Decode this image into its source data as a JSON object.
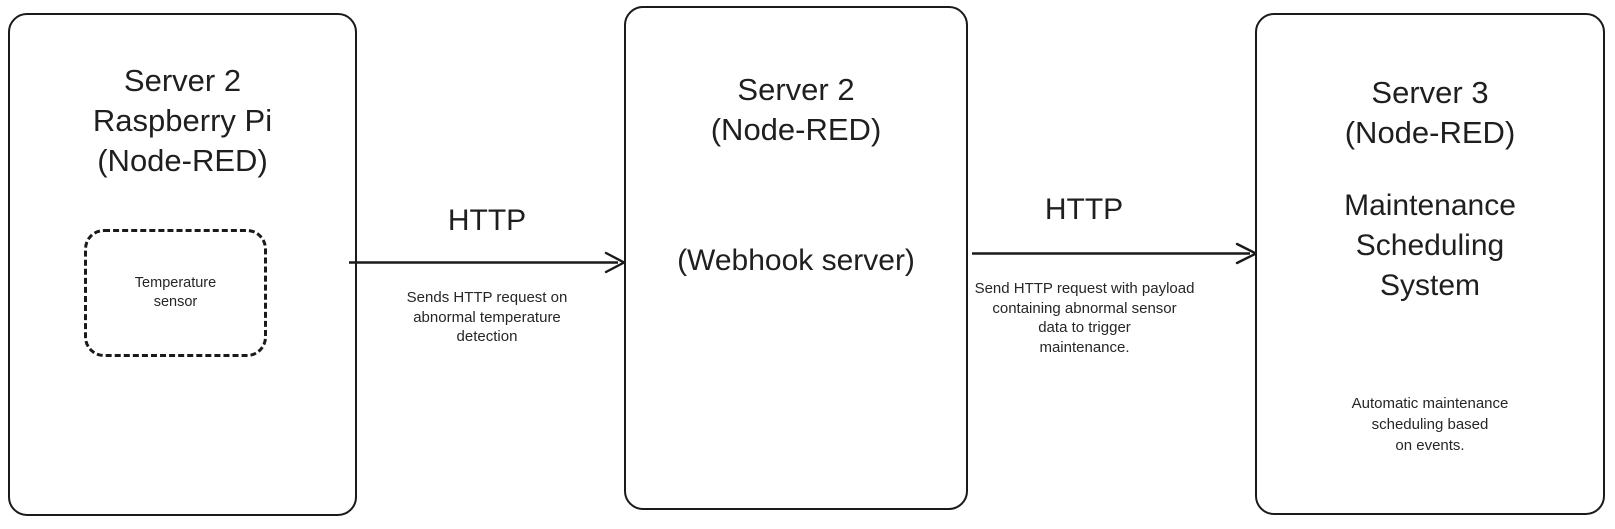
{
  "diagram": {
    "background_color": "#ffffff",
    "stroke_color": "#1a1a1a",
    "text_color": "#1f1f1f"
  },
  "nodes": [
    {
      "id": "server2-pi",
      "title": "Server 2\nRaspberry Pi\n(Node-RED)",
      "inner": {
        "id": "temperature-sensor",
        "label": "Temperature\nsensor",
        "style": "dashed"
      }
    },
    {
      "id": "server2-webhook",
      "title": "Server 2\n(Node-RED)",
      "subtitle": "(Webhook server)"
    },
    {
      "id": "server3-maintenance",
      "title": "Server 3\n(Node-RED)",
      "subtitle": "Maintenance\nScheduling\nSystem",
      "note": "Automatic maintenance\nscheduling based\non events."
    }
  ],
  "edges": [
    {
      "id": "edge-pi-to-webhook",
      "protocol": "HTTP",
      "description": "Sends HTTP request on\nabnormal temperature\ndetection",
      "from": "server2-pi",
      "to": "server2-webhook"
    },
    {
      "id": "edge-webhook-to-maintenance",
      "protocol": "HTTP",
      "description": "Send HTTP request with payload\ncontaining abnormal sensor\ndata to trigger\nmaintenance.",
      "from": "server2-webhook",
      "to": "server3-maintenance"
    }
  ]
}
